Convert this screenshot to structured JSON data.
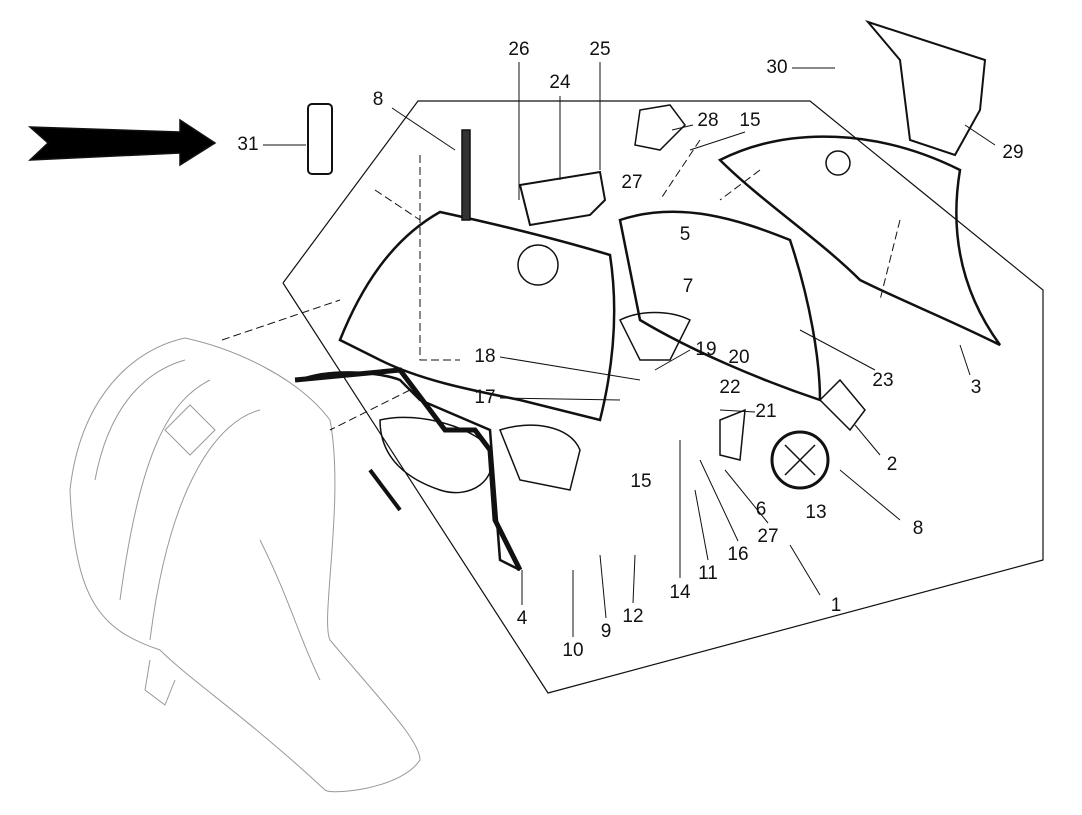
{
  "diagram": {
    "title": "Exploded parts diagram of scooter front shield / leg shield assembly",
    "part_labels": [
      "26",
      "25",
      "24",
      "8",
      "31",
      "28",
      "15",
      "27",
      "30",
      "29",
      "5",
      "7",
      "18",
      "19",
      "20",
      "22",
      "17",
      "21",
      "23",
      "3",
      "2",
      "15",
      "6",
      "13",
      "8",
      "27",
      "16",
      "11",
      "14",
      "12",
      "9",
      "4",
      "1",
      "10"
    ]
  }
}
